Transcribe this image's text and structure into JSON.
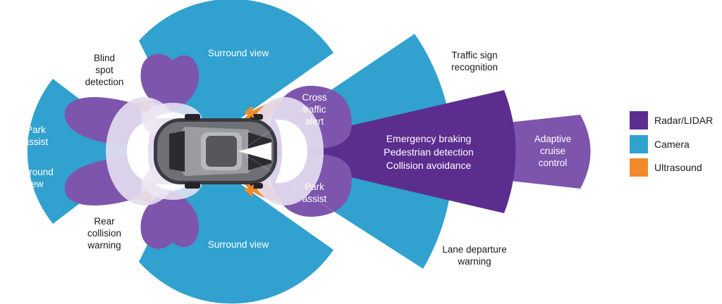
{
  "colors": {
    "radar": "#5b2d8e",
    "radar_light": "#7d55ac",
    "camera": "#31a1cf",
    "ultrasound": "#f08a2b"
  },
  "zones": {
    "surround_top": "Surround view",
    "surround_bottom": "Surround view",
    "blind_spot": "Blind\nspot\ndetection",
    "rear_collision": "Rear\ncollision\nwarning",
    "park_assist_rear": "Park\nassist",
    "surround_rear": "Surround\nview",
    "cross_traffic": "Cross\ntraffic\nalert",
    "park_assist_front": "Park\nassist",
    "traffic_sign": "Traffic sign\nrecognition",
    "lane_departure": "Lane departure\nwarning",
    "front_radar": "Emergency braking\nPedestrian detection\nCollision avoidance",
    "adaptive_cruise": "Adaptive\ncruise\ncontrol"
  },
  "legend": [
    {
      "label": "Radar/LIDAR",
      "color": "#5b2d8e"
    },
    {
      "label": "Camera",
      "color": "#31a1cf"
    },
    {
      "label": "Ultrasound",
      "color": "#f08a2b"
    }
  ]
}
